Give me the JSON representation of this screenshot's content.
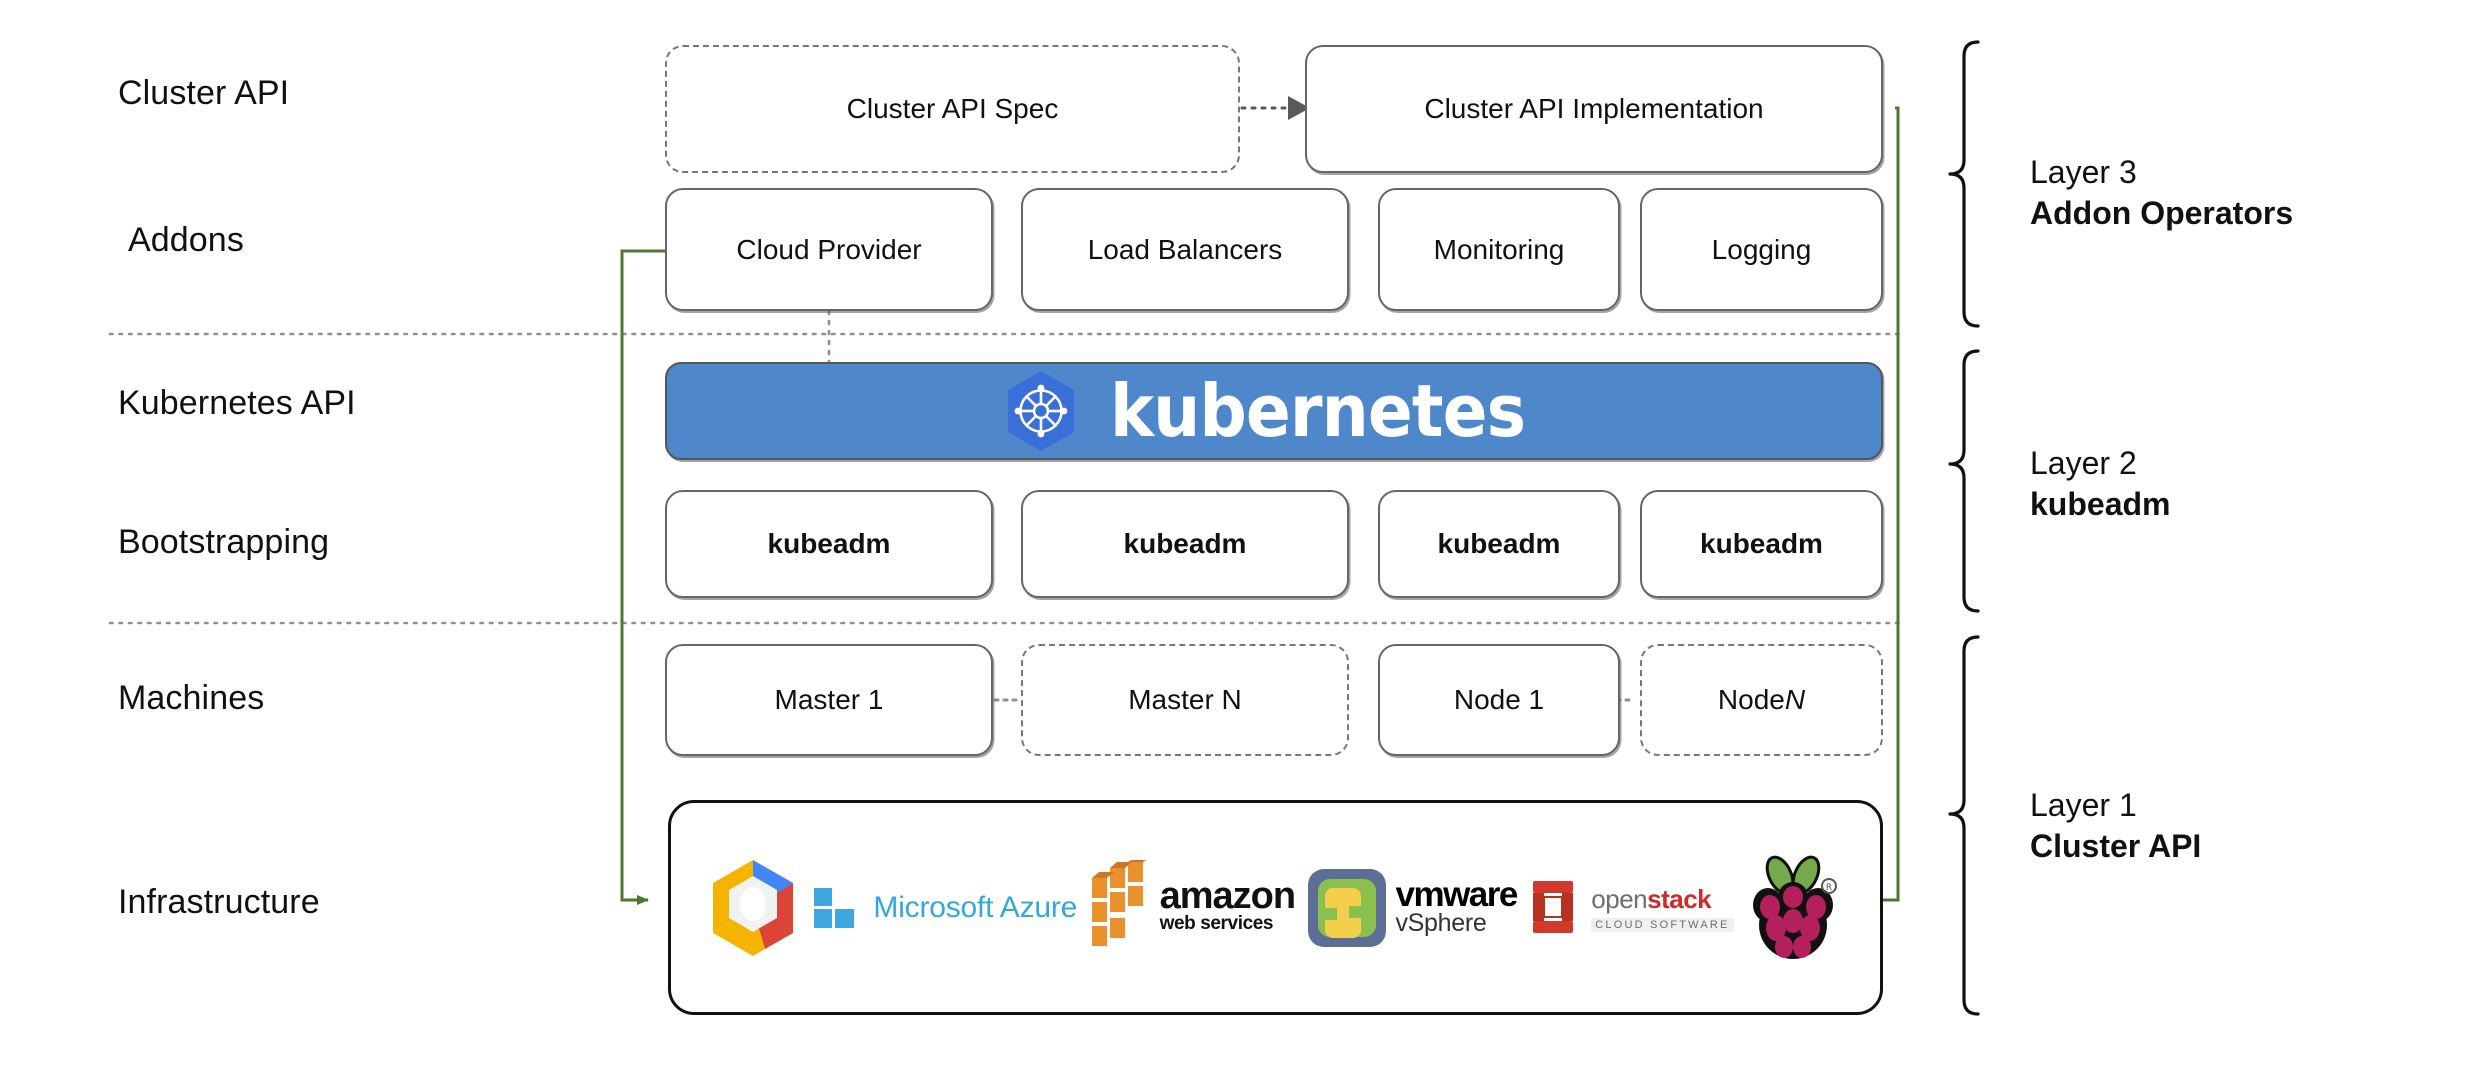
{
  "diagram": {
    "title": "Cluster API layered architecture",
    "colors": {
      "kubernetes_blue": "#4e88cb",
      "kubernetes_logo_blue": "#3a6fd8",
      "arrow_green": "#4a7a32",
      "dotted_divider": "#9a9a9a",
      "box_border": "#666666",
      "infra_border": "#111111"
    }
  },
  "row_labels": [
    {
      "id": "cluster-api",
      "text": "Cluster API"
    },
    {
      "id": "addons",
      "text": "Addons"
    },
    {
      "id": "kubernetes-api",
      "text": "Kubernetes API"
    },
    {
      "id": "bootstrapping",
      "text": "Bootstrapping"
    },
    {
      "id": "machines",
      "text": "Machines"
    },
    {
      "id": "infrastructure",
      "text": "Infrastructure"
    }
  ],
  "cluster_api_row": {
    "spec": {
      "label": "Cluster API Spec",
      "border": "dashed"
    },
    "implementation": {
      "label": "Cluster API Implementation",
      "border": "solid"
    },
    "connector": {
      "style": "dotted",
      "arrow": "right"
    }
  },
  "addons_row": [
    {
      "label": "Cloud Provider"
    },
    {
      "label": "Load Balancers"
    },
    {
      "label": "Monitoring"
    },
    {
      "label": "Logging"
    }
  ],
  "kubernetes_banner": {
    "wordmark": "kubernetes",
    "logo_name": "kubernetes-helm-wheel-icon"
  },
  "bootstrapping_row": [
    {
      "label": "kubeadm"
    },
    {
      "label": "kubeadm"
    },
    {
      "label": "kubeadm"
    },
    {
      "label": "kubeadm"
    }
  ],
  "machines_row": [
    {
      "label": "Master 1",
      "border": "solid",
      "italic_suffix": ""
    },
    {
      "label": "Master N",
      "border": "dashed",
      "italic_suffix": ""
    },
    {
      "label": "Node 1",
      "border": "solid",
      "italic_suffix": ""
    },
    {
      "label": "Node ",
      "border": "dashed",
      "italic_suffix": "N"
    }
  ],
  "machines_connectors": [
    {
      "from": "Master 1",
      "to": "Master N",
      "style": "dotted"
    },
    {
      "from": "Node 1",
      "to": "Node N",
      "style": "dotted"
    }
  ],
  "infrastructure_logos": [
    {
      "name": "google-cloud-platform-logo",
      "text": ""
    },
    {
      "name": "microsoft-azure-logo",
      "text": "Microsoft Azure"
    },
    {
      "name": "amazon-web-services-logo",
      "text": "amazon",
      "subtext": "web services"
    },
    {
      "name": "vmware-vsphere-logo",
      "text": "vmware",
      "subtext": "vSphere"
    },
    {
      "name": "openstack-logo",
      "text": "openstack",
      "subtext": "CLOUD SOFTWARE"
    },
    {
      "name": "raspberry-pi-logo",
      "text": ""
    }
  ],
  "layer_labels": [
    {
      "id": "layer-3",
      "line1": "Layer 3",
      "line2": "Addon Operators"
    },
    {
      "id": "layer-2",
      "line1": "Layer 2",
      "line2": "kubeadm"
    },
    {
      "id": "layer-1",
      "line1": "Layer 1",
      "line2": "Cluster API"
    }
  ]
}
